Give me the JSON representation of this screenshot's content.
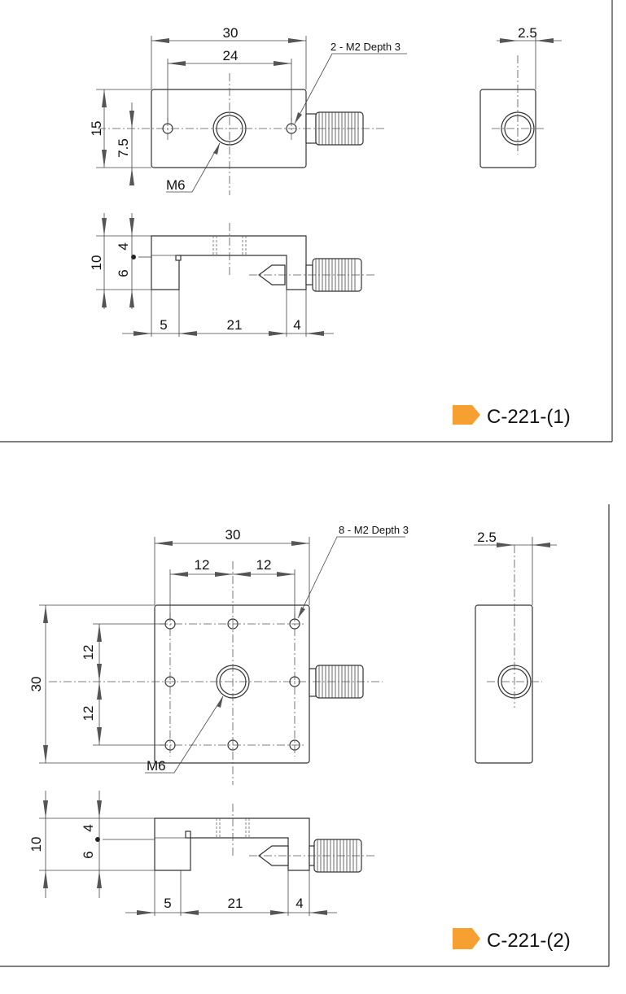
{
  "drawing1": {
    "code": "C-221-(1)",
    "width_outer": "30",
    "width_holes": "24",
    "height": "15",
    "height_half": "7.5",
    "hole_note": "2 - M2 Depth 3",
    "center_thread": "M6",
    "side_width": "2.5",
    "front_height": "10",
    "front_top": "4",
    "front_bottom": "6",
    "bottom_left": "5",
    "bottom_mid": "21",
    "bottom_right": "4"
  },
  "drawing2": {
    "code": "C-221-(2)",
    "width_outer": "30",
    "spacing_left": "12",
    "spacing_right": "12",
    "height": "30",
    "spacing_upper": "12",
    "spacing_lower": "12",
    "hole_note": "8 - M2 Depth 3",
    "center_thread": "M6",
    "side_width": "2.5",
    "front_height": "10",
    "front_top": "4",
    "front_bottom": "6",
    "bottom_left": "5",
    "bottom_mid": "21",
    "bottom_right": "4"
  },
  "colors": {
    "badge": "#f5a030",
    "line": "#333333"
  }
}
